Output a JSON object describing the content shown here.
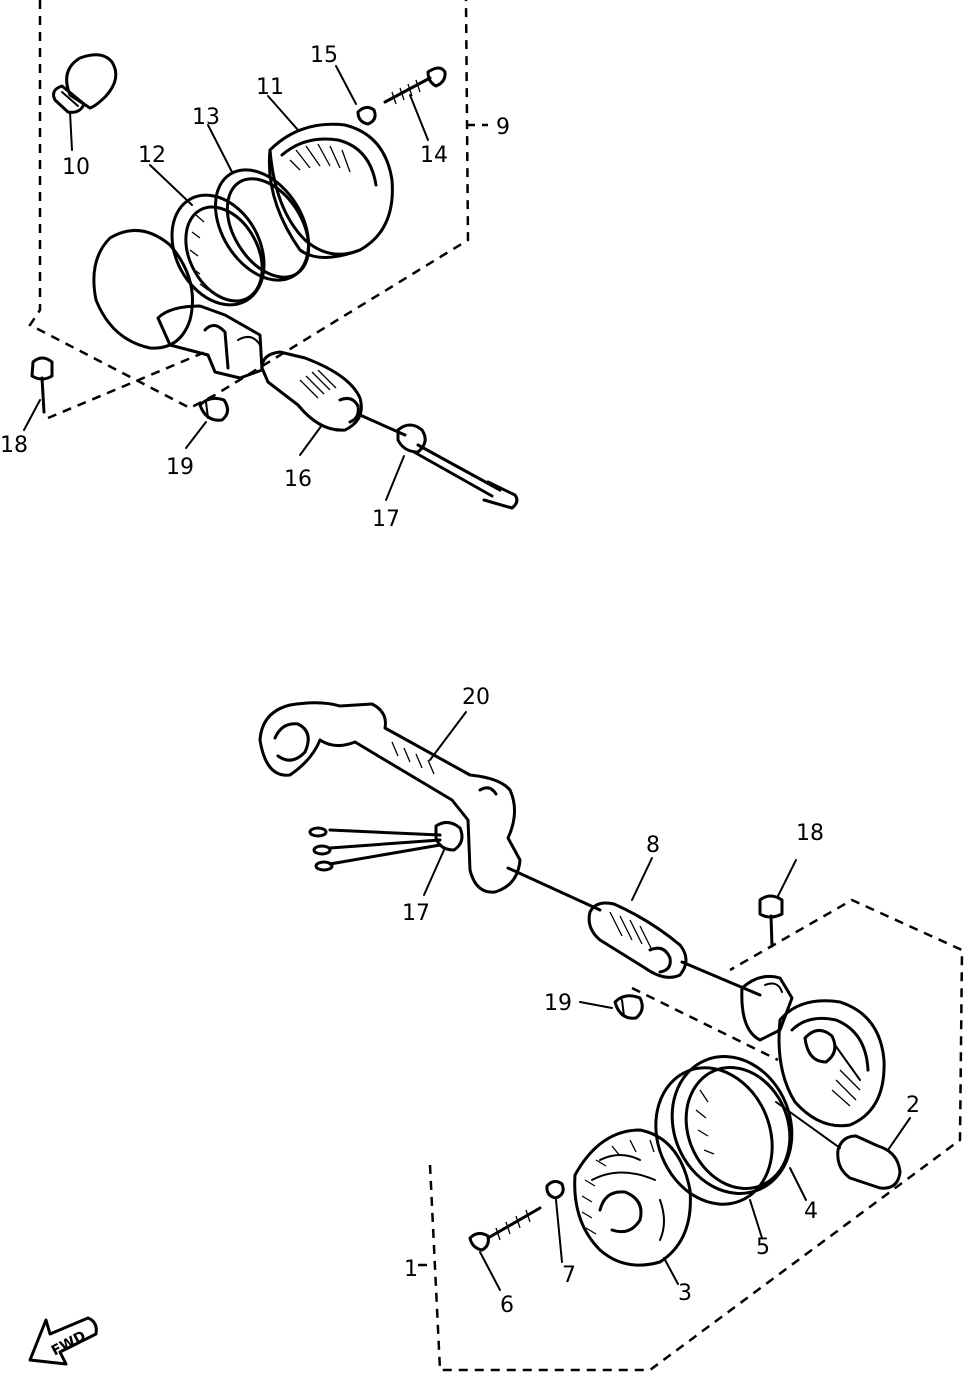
{
  "callouts": [
    {
      "id": "c1",
      "text": "1"
    },
    {
      "id": "c2",
      "text": "2"
    },
    {
      "id": "c3",
      "text": "3"
    },
    {
      "id": "c4",
      "text": "4"
    },
    {
      "id": "c5",
      "text": "5"
    },
    {
      "id": "c6",
      "text": "6"
    },
    {
      "id": "c7",
      "text": "7"
    },
    {
      "id": "c8",
      "text": "8"
    },
    {
      "id": "c9",
      "text": "9"
    },
    {
      "id": "c10",
      "text": "10"
    },
    {
      "id": "c11",
      "text": "11"
    },
    {
      "id": "c12",
      "text": "12"
    },
    {
      "id": "c13",
      "text": "13"
    },
    {
      "id": "c14",
      "text": "14"
    },
    {
      "id": "c15",
      "text": "15"
    },
    {
      "id": "c16",
      "text": "16"
    },
    {
      "id": "c17a",
      "text": "17"
    },
    {
      "id": "c18a",
      "text": "18"
    },
    {
      "id": "c19a",
      "text": "19"
    },
    {
      "id": "c20",
      "text": "20"
    },
    {
      "id": "c17b",
      "text": "17"
    },
    {
      "id": "c18b",
      "text": "18"
    },
    {
      "id": "c19b",
      "text": "19"
    }
  ],
  "direction_arrow": {
    "text": "FWD"
  }
}
